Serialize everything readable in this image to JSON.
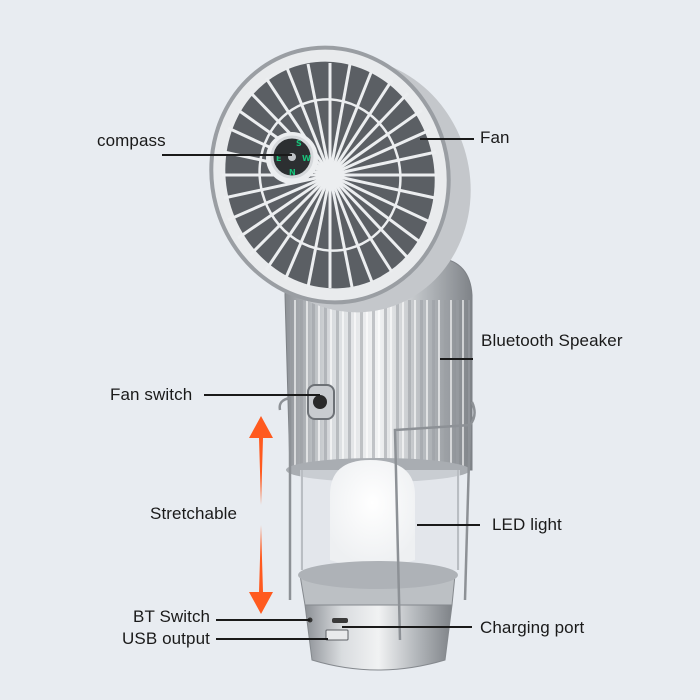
{
  "diagram": {
    "subject": "Camping lantern with fan, compass and Bluetooth speaker",
    "background_color": "#e8ecf1",
    "accent_color": "#ff5a1f",
    "callouts": [
      {
        "id": "compass",
        "label": "compass"
      },
      {
        "id": "fan",
        "label": "Fan"
      },
      {
        "id": "bluetooth_speaker",
        "label": "Bluetooth Speaker"
      },
      {
        "id": "fan_switch",
        "label": "Fan switch"
      },
      {
        "id": "stretchable",
        "label": "Stretchable"
      },
      {
        "id": "led_light",
        "label": "LED light"
      },
      {
        "id": "bt_switch",
        "label": "BT Switch"
      },
      {
        "id": "usb_output",
        "label": "USB output"
      },
      {
        "id": "charging_port",
        "label": "Charging port"
      }
    ],
    "compass_letters": [
      "S",
      "W",
      "N",
      "E"
    ]
  }
}
